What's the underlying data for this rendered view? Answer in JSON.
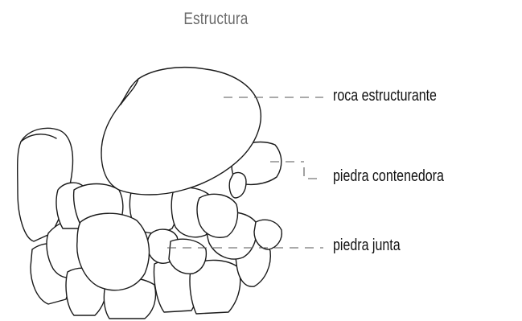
{
  "title": "Estructura",
  "labels": {
    "structuring_rock": "roca estructurante",
    "containing_stone": "piedra contenedora",
    "joint_stone": "piedra junta"
  },
  "colors": {
    "background": "#ffffff",
    "stroke": "#1a1a1a",
    "leader": "#555555",
    "title_text": "#6b6b6b"
  }
}
